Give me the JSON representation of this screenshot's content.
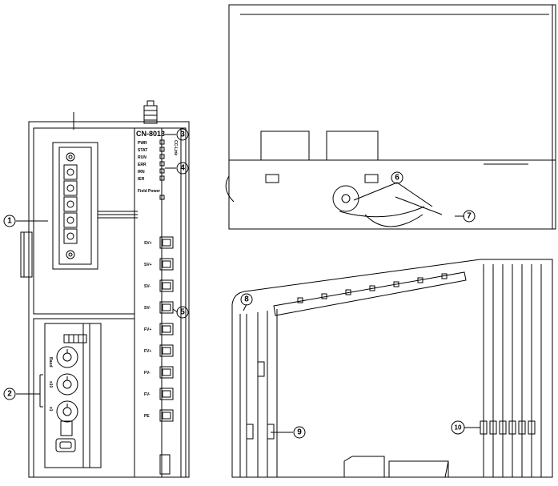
{
  "model": "CN-8013",
  "network": "CC-Link",
  "leds": [
    "PWR",
    "STAT",
    "RUN",
    "ERR",
    "IRN",
    "IER"
  ],
  "field_power": "Field Power",
  "terminal_labels": [
    "SV+",
    "SV+",
    "SV-",
    "SV-",
    "FV+",
    "FV+",
    "FV-",
    "FV-",
    "PE"
  ],
  "switch_labels": [
    "Baud",
    "x10",
    "x1"
  ],
  "callouts": [
    {
      "text": "1"
    },
    {
      "text": "2"
    },
    {
      "text": "3"
    },
    {
      "text": "4"
    },
    {
      "text": "5"
    },
    {
      "text": "6"
    },
    {
      "text": "7"
    },
    {
      "text": "8"
    },
    {
      "text": "9"
    },
    {
      "text": "10"
    }
  ]
}
